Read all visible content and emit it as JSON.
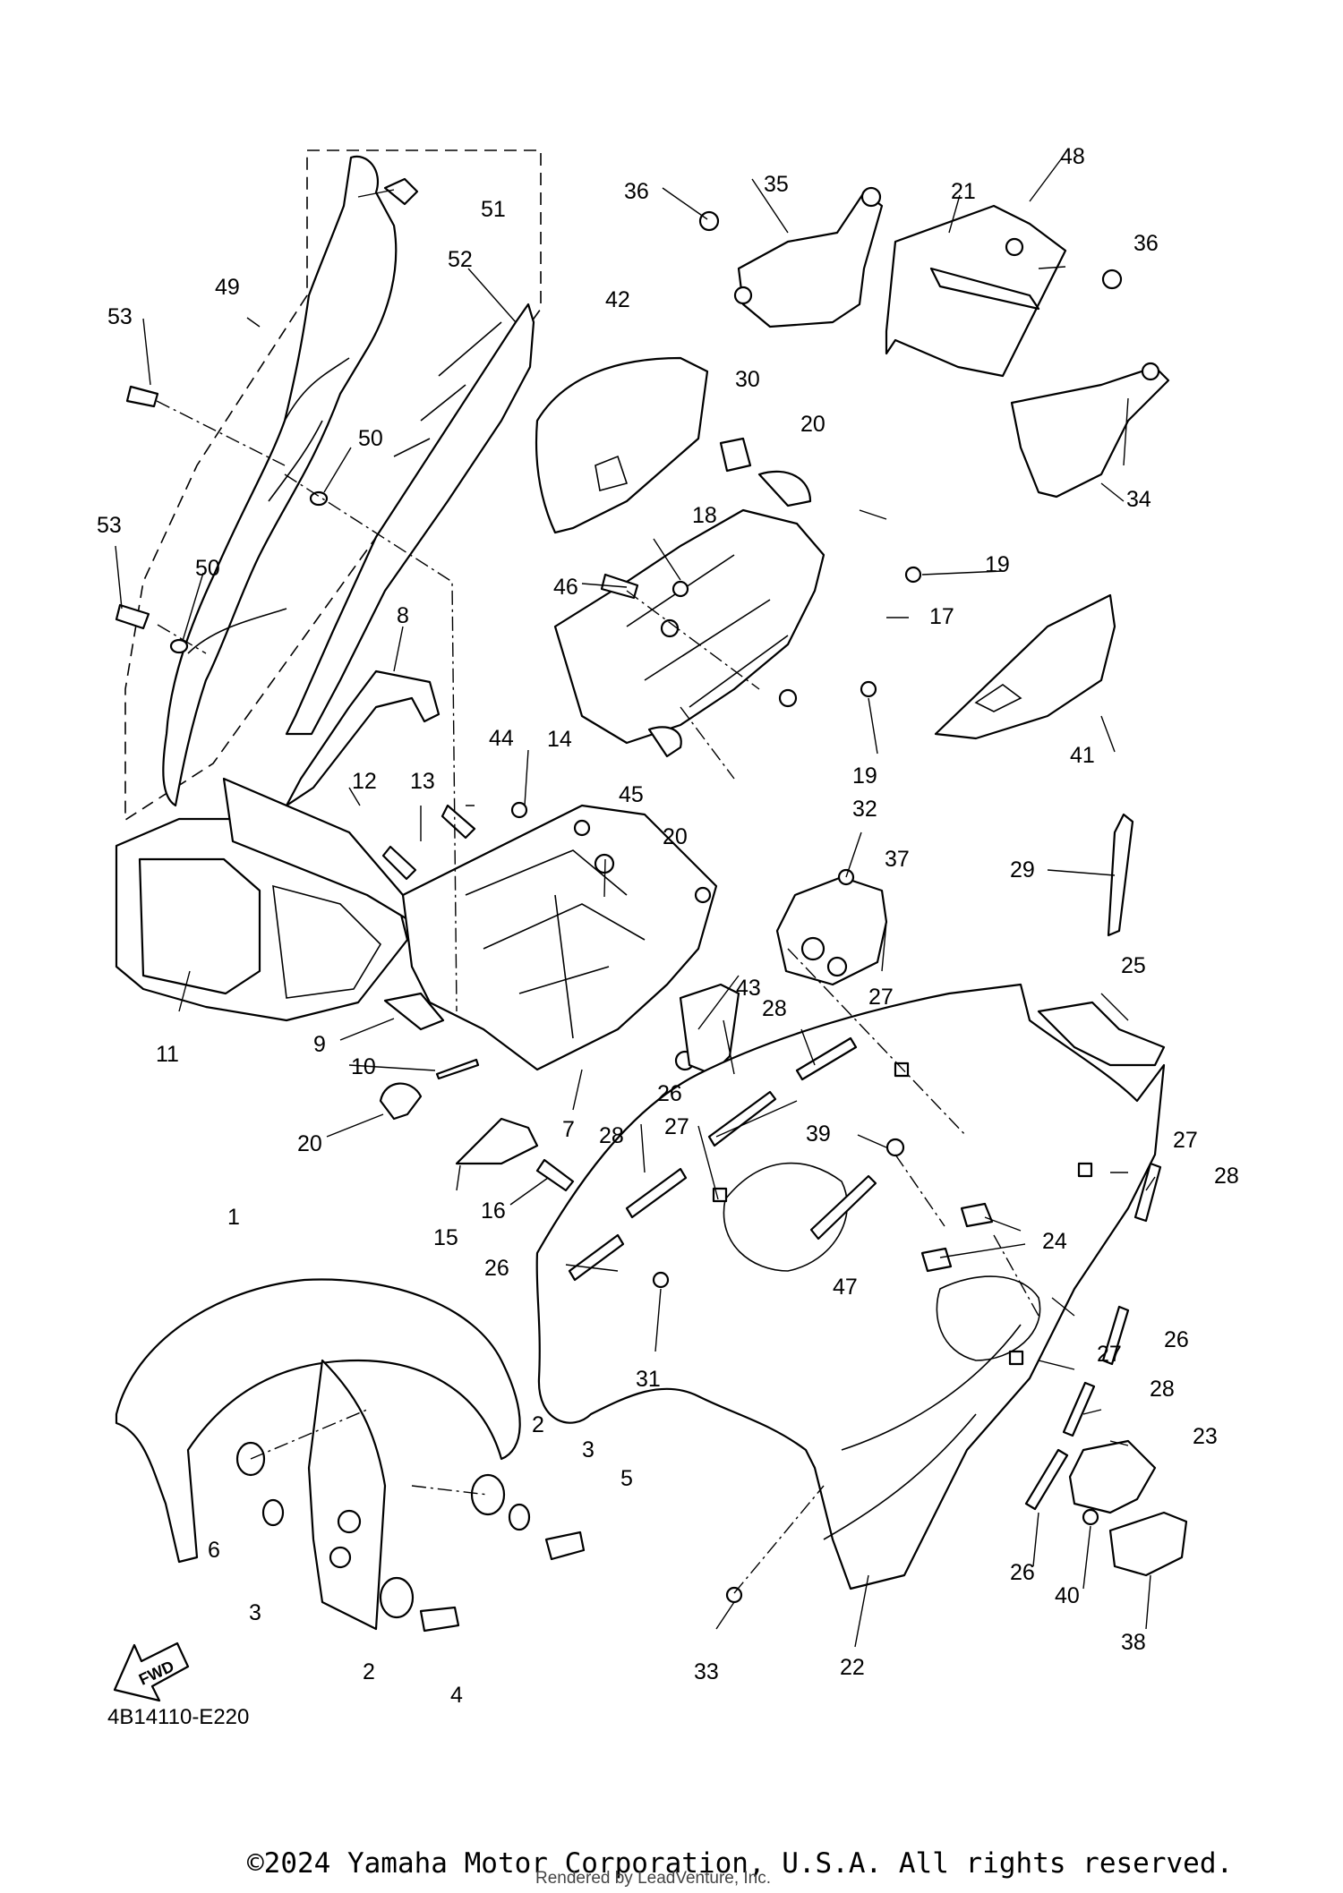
{
  "diagram_code": "4B14110-E220",
  "fwd_label": "FWD",
  "copyright": "©2024 Yamaha Motor Corporation, U.S.A. All rights reserved.",
  "rendered_by": "Rendered by LeadVenture, Inc.",
  "callouts": [
    "1",
    "2",
    "2",
    "3",
    "3",
    "3",
    "4",
    "5",
    "6",
    "7",
    "8",
    "9",
    "10",
    "11",
    "12",
    "13",
    "14",
    "15",
    "16",
    "17",
    "18",
    "19",
    "19",
    "20",
    "20",
    "20",
    "20",
    "21",
    "22",
    "23",
    "24",
    "25",
    "26",
    "26",
    "26",
    "26",
    "26",
    "27",
    "27",
    "27",
    "27",
    "28",
    "28",
    "28",
    "28",
    "28",
    "29",
    "30",
    "31",
    "32",
    "33",
    "34",
    "35",
    "36",
    "36",
    "37",
    "38",
    "39",
    "40",
    "41",
    "42",
    "43",
    "44",
    "45",
    "46",
    "47",
    "48",
    "49",
    "50",
    "50",
    "51",
    "52",
    "53",
    "53"
  ]
}
